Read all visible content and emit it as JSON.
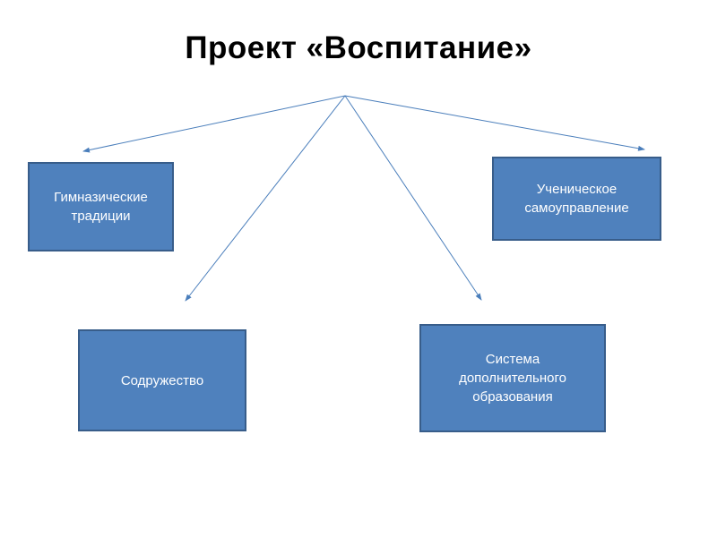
{
  "title": "Проект «Воспитание»",
  "colors": {
    "box_fill": "#4f81bd",
    "box_border": "#385d8a",
    "connector": "#4a7ebb",
    "text_on_box": "#ffffff"
  },
  "nodes": [
    {
      "id": "traditions",
      "label": "Гимназические\nтрадиции"
    },
    {
      "id": "selfgov",
      "label": "Ученическое\nсамоуправление"
    },
    {
      "id": "commonwealth",
      "label": "Содружество"
    },
    {
      "id": "extra",
      "label": "Система\nдополнительного\nобразования"
    }
  ],
  "edges": [
    {
      "from": "title",
      "to": "traditions"
    },
    {
      "from": "title",
      "to": "selfgov"
    },
    {
      "from": "title",
      "to": "commonwealth"
    },
    {
      "from": "title",
      "to": "extra"
    }
  ]
}
